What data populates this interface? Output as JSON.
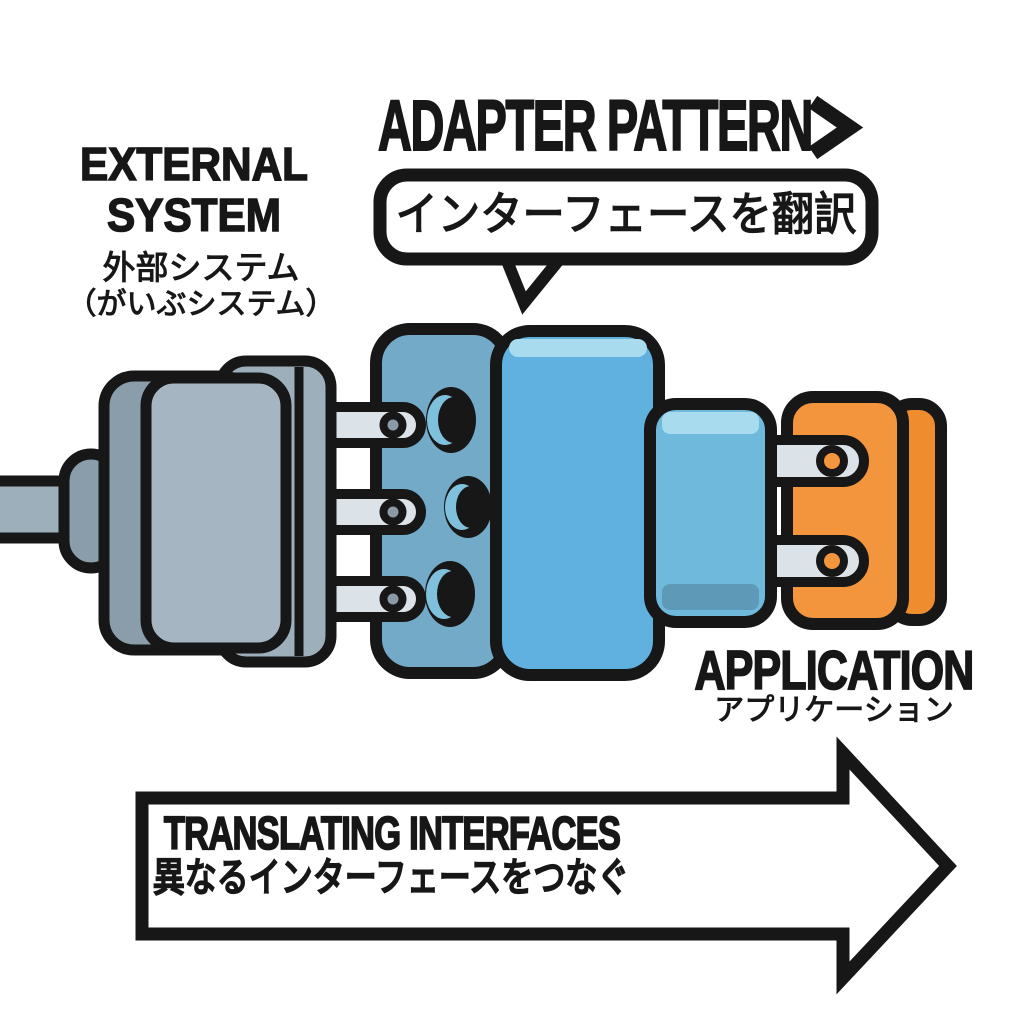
{
  "title": {
    "text": "ADAPTER PATTERN"
  },
  "icons": {
    "title_chevron": "chevron-right"
  },
  "speech_bubble": {
    "text": "インターフェースを翻訳"
  },
  "labels": {
    "external_system": "EXTERNAL SYSTEM",
    "external_system_jp": "外部システム",
    "external_system_jp_reading": "（がいぶシステム）",
    "application": "APPLICATION",
    "application_jp": "アプリケーション"
  },
  "banner": {
    "text": "TRANSLATING INTERFACES",
    "text_jp": "異なるインターフェースをつなぐ"
  },
  "colors": {
    "background": "#ffffff",
    "ink": "#171717",
    "plug_gray_light": "#a5b5c1",
    "plug_gray_mid": "#9cafbb",
    "plug_gray_dark": "#8a9dab",
    "prong_gray": "#dce3e8",
    "prong_dot_gray": "#8a9aa6",
    "adapter_blue": "#60b1e0",
    "adapter_blue_muted": "#73aac8",
    "adapter_blue_light": "#6fb9dd",
    "adapter_blue_highlight": "#a9dbee",
    "adapter_blue_shadow": "#5e9ab8",
    "socket_blue_crescent": "#7fc0dc",
    "socket_orange": "#f2953c",
    "socket_orange_dark": "#ee8c2e"
  }
}
